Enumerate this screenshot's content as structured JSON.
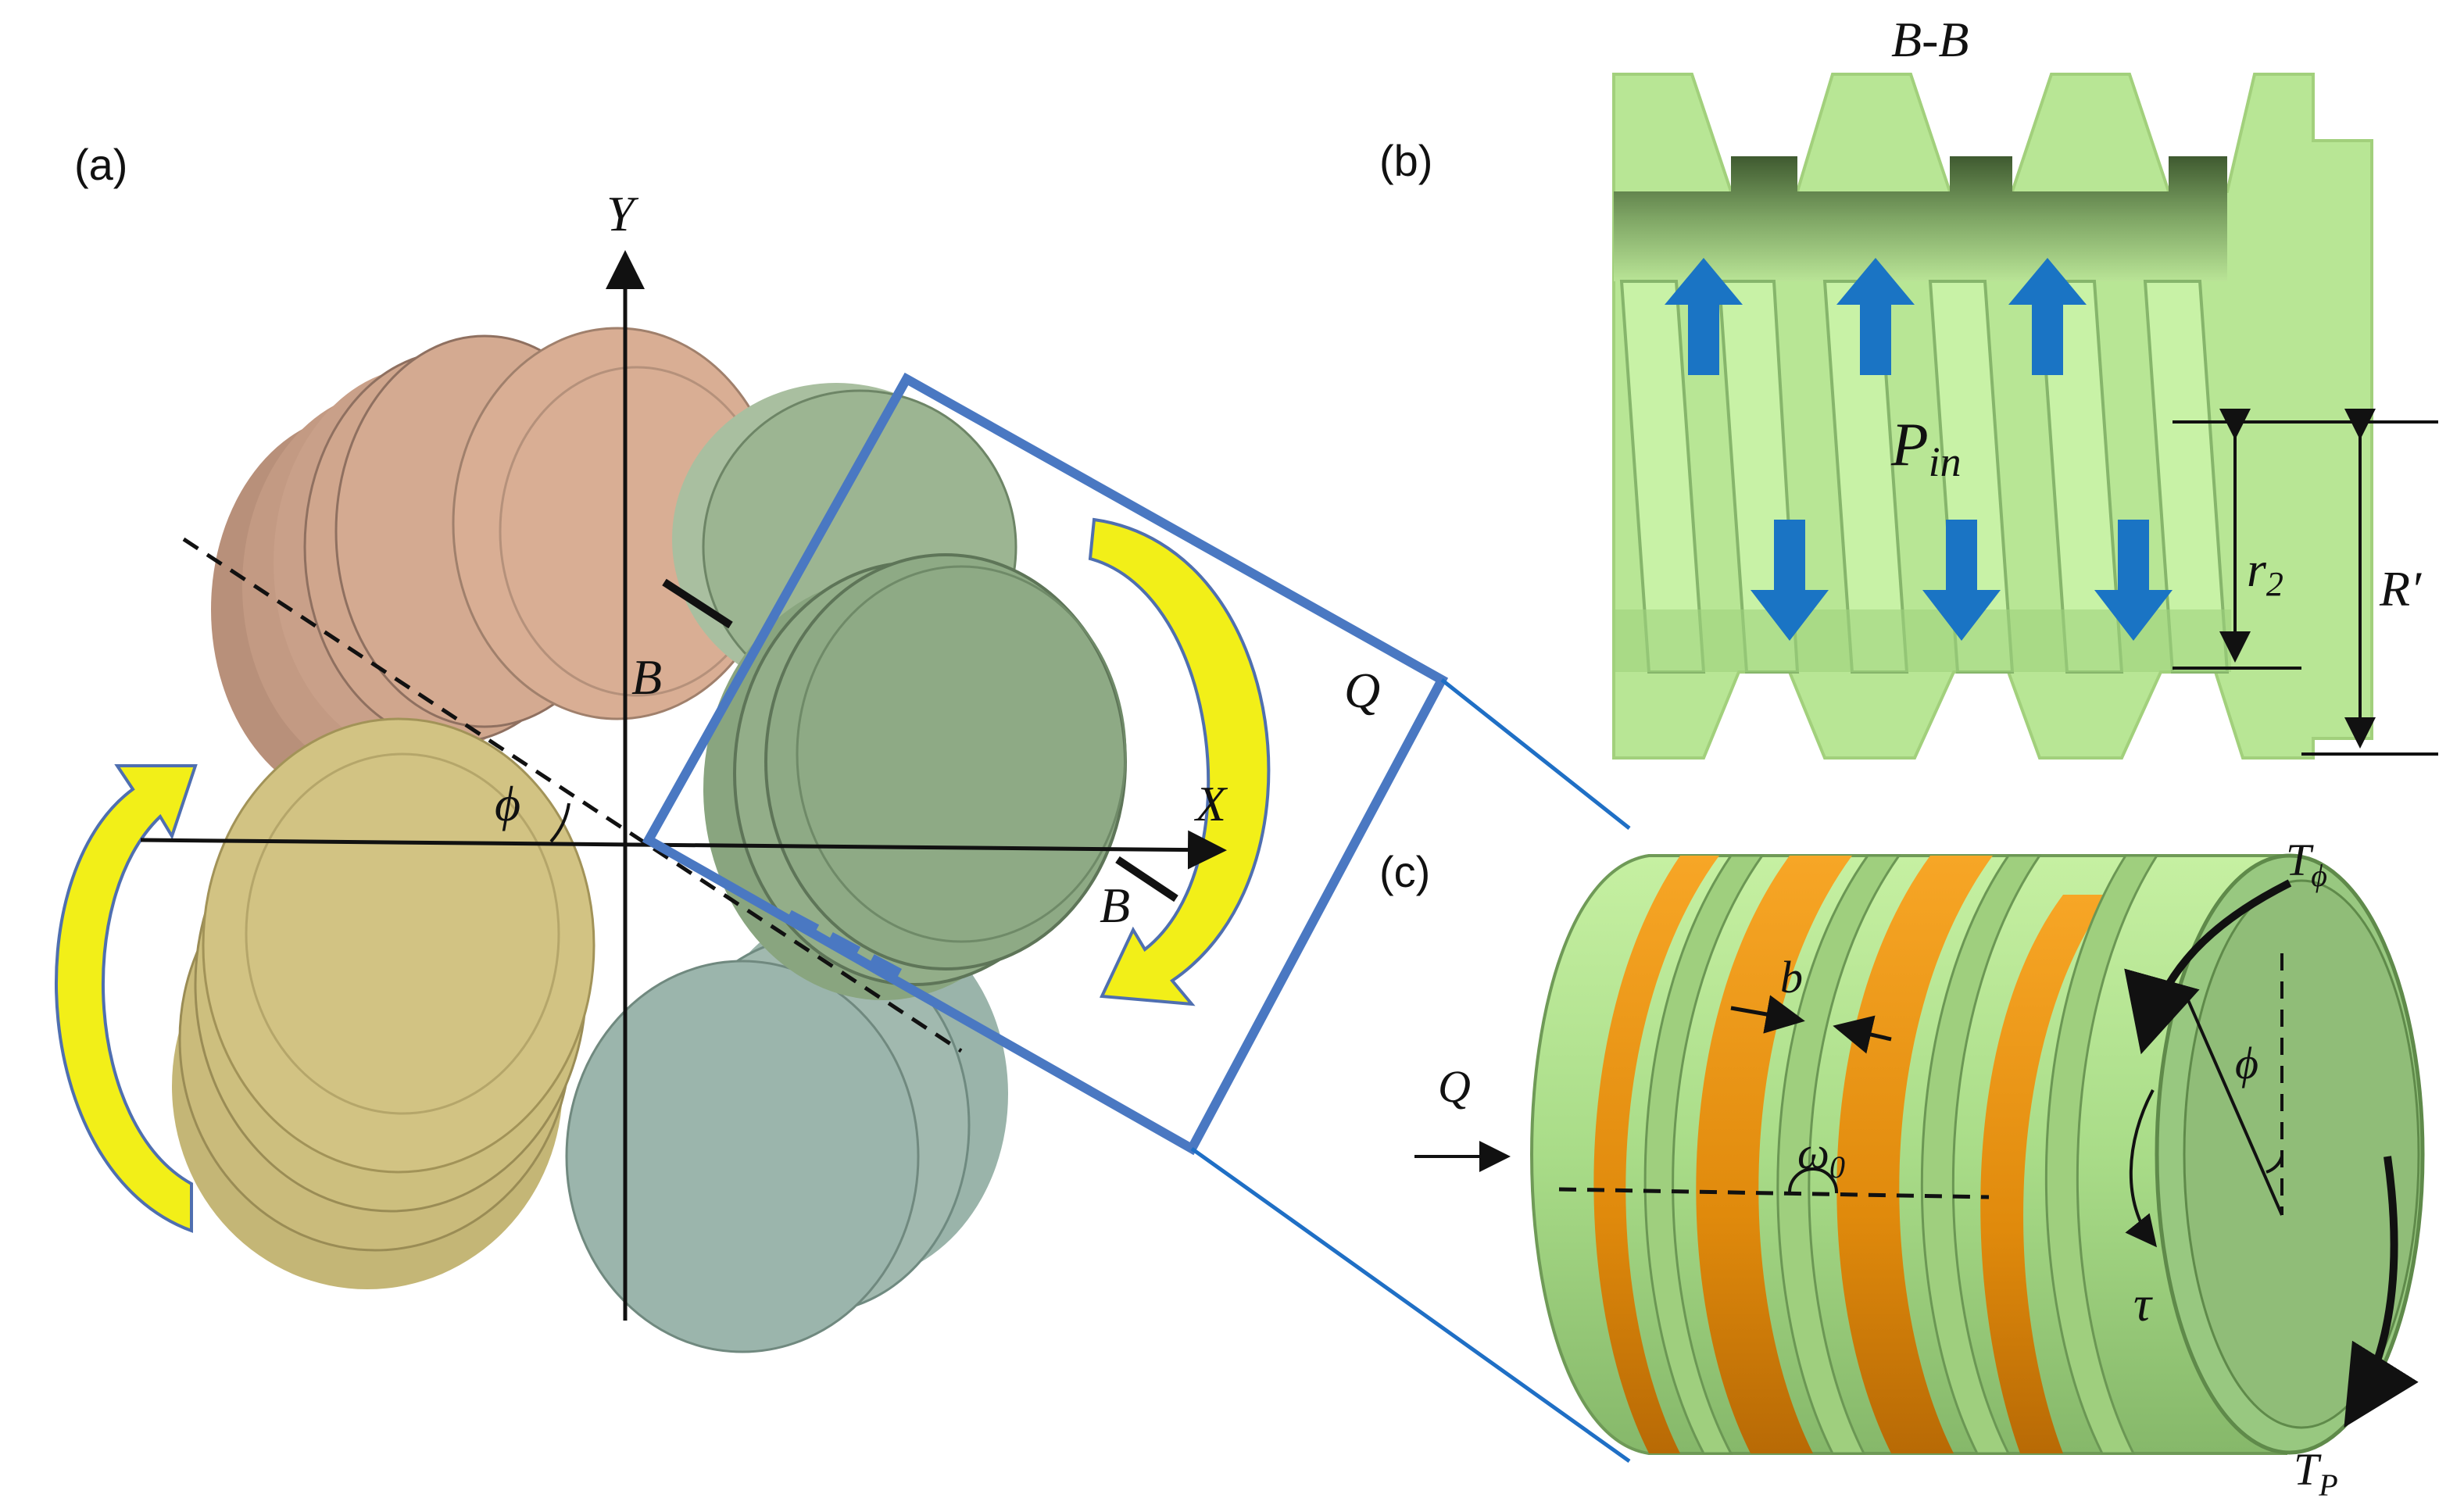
{
  "panels": {
    "a": "(a)",
    "b": "(b)",
    "c": "(c)"
  },
  "labels": {
    "axis_x": "X",
    "axis_y": "Y",
    "phi": "ϕ",
    "section_b1": "B",
    "section_b2": "B",
    "flow_q_a": "Q",
    "section_title": "B-B",
    "p_in_main": "P",
    "p_in_sub": "in",
    "r2_main": "r",
    "r2_sub": "2",
    "r_prime": "R′",
    "flow_q_c": "Q",
    "b_width": "b",
    "omega_main": "ω",
    "omega_sub": "0",
    "t_phi_main": "T",
    "t_phi_sub": "ϕ",
    "phi_c": "ϕ",
    "tau": "τ",
    "t_p_main": "T",
    "t_p_sub": "P"
  },
  "colors": {
    "disc_pink": "#d9a98c",
    "disc_yellow": "#cfc27e",
    "disc_green": "#8eac86",
    "disc_blue": "#97b2a8",
    "thread_green": "#b8e695",
    "orange": "#f59a15",
    "arrow_blue": "#1a74c4",
    "frame_blue": "#4a78c2",
    "arrow_yellow": "#f2ef18"
  }
}
